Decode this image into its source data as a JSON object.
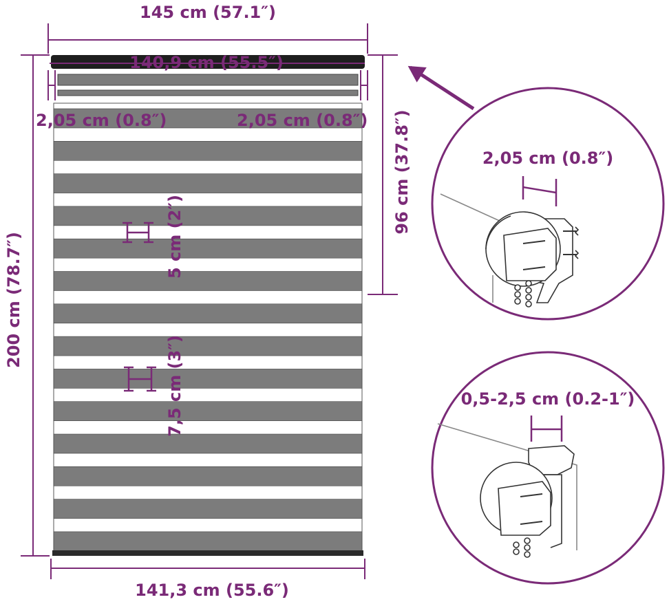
{
  "colors": {
    "dimension": "#7a2a77",
    "dark_stripe": "#7c7c7c",
    "light_stripe": "#ffffff",
    "outline": "#444444",
    "rail": "#1e1e1e"
  },
  "dimensions": {
    "total_width": "145 cm (57.1″)",
    "rail_width": "140,9 cm (55.5″)",
    "bracket_left": "2,05 cm (0.8″)",
    "bracket_right": "2,05 cm (0.8″)",
    "total_height": "200 cm (78.7″)",
    "upper_height": "96 cm (37.8″)",
    "stripe_narrow": "5 cm (2″)",
    "stripe_wide": "7,5 cm (3″)",
    "fabric_width": "141,3 cm (55.6″)"
  },
  "detail_top": {
    "label": "2,05 cm (0.8″)",
    "icon": "wall-mount-bracket-icon"
  },
  "detail_bottom": {
    "label": "0,5-2,5 cm (0.2-1″)",
    "icon": "ceiling-clip-bracket-icon"
  }
}
